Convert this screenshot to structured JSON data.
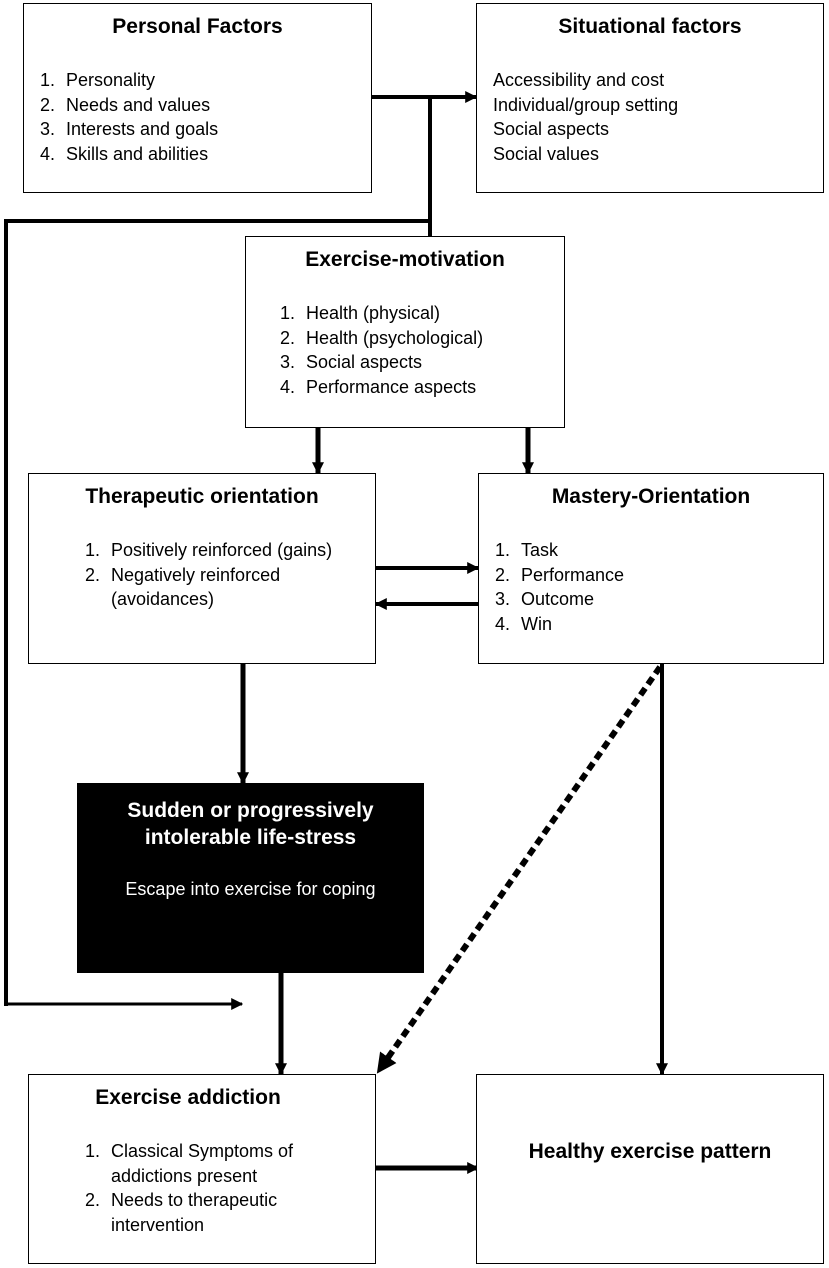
{
  "personal_factors": {
    "title": "Personal Factors",
    "items": [
      "Personality",
      "Needs and values",
      "Interests and goals",
      "Skills and abilities"
    ]
  },
  "situational_factors": {
    "title": "Situational factors",
    "items": [
      "Accessibility and cost",
      "Individual/group setting",
      "Social aspects",
      "Social values"
    ]
  },
  "exercise_motivation": {
    "title": "Exercise-motivation",
    "items": [
      "Health (physical)",
      "Health (psychological)",
      "Social aspects",
      "Performance aspects"
    ]
  },
  "therapeutic_orientation": {
    "title": "Therapeutic orientation",
    "items": [
      "Positively reinforced (gains)",
      "Negatively reinforced (avoidances)"
    ]
  },
  "mastery_orientation": {
    "title": "Mastery-Orientation",
    "items": [
      "Task",
      "Performance",
      "Outcome",
      "Win"
    ]
  },
  "life_stress": {
    "title_line1": "Sudden or progressively",
    "title_line2": "intolerable life-stress",
    "subtitle": "Escape into exercise for coping"
  },
  "exercise_addiction": {
    "title": "Exercise addiction",
    "items": [
      "Classical Symptoms of addictions present",
      "Needs to therapeutic intervention"
    ]
  },
  "healthy_pattern": {
    "title": "Healthy exercise pattern"
  }
}
